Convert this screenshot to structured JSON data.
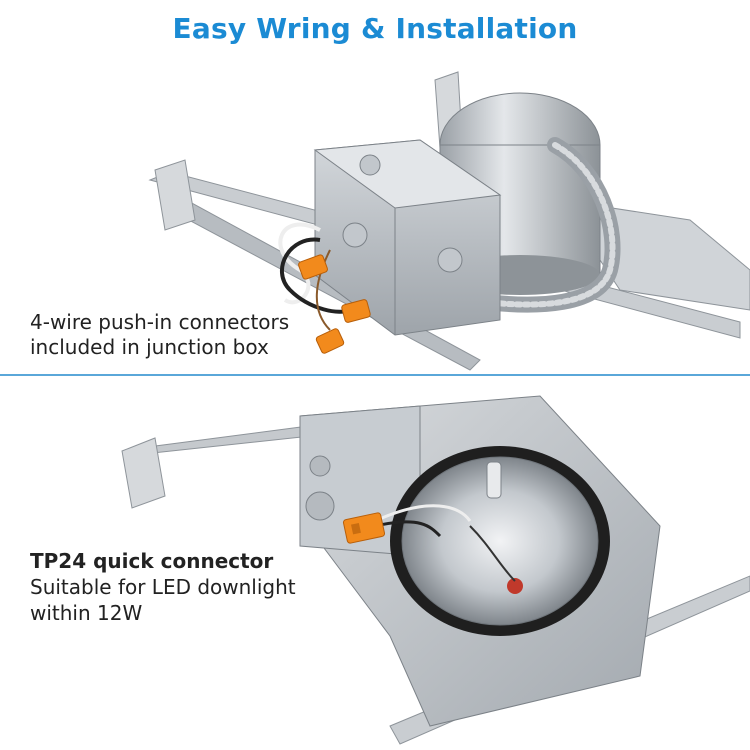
{
  "header": {
    "title": "Easy Wring & Installation"
  },
  "top_panel": {
    "caption_line1": "4-wire push-in connectors",
    "caption_line2": "included in junction box"
  },
  "bottom_panel": {
    "caption_title": "TP24 quick connector",
    "caption_line1": "Suitable for LED downlight",
    "caption_line2": "within 12W"
  },
  "colors": {
    "title_blue": "#1b8bd4",
    "divider_blue": "#5aa7d9",
    "connector_orange": "#f28a1c",
    "metal": "#b8bcc0"
  }
}
